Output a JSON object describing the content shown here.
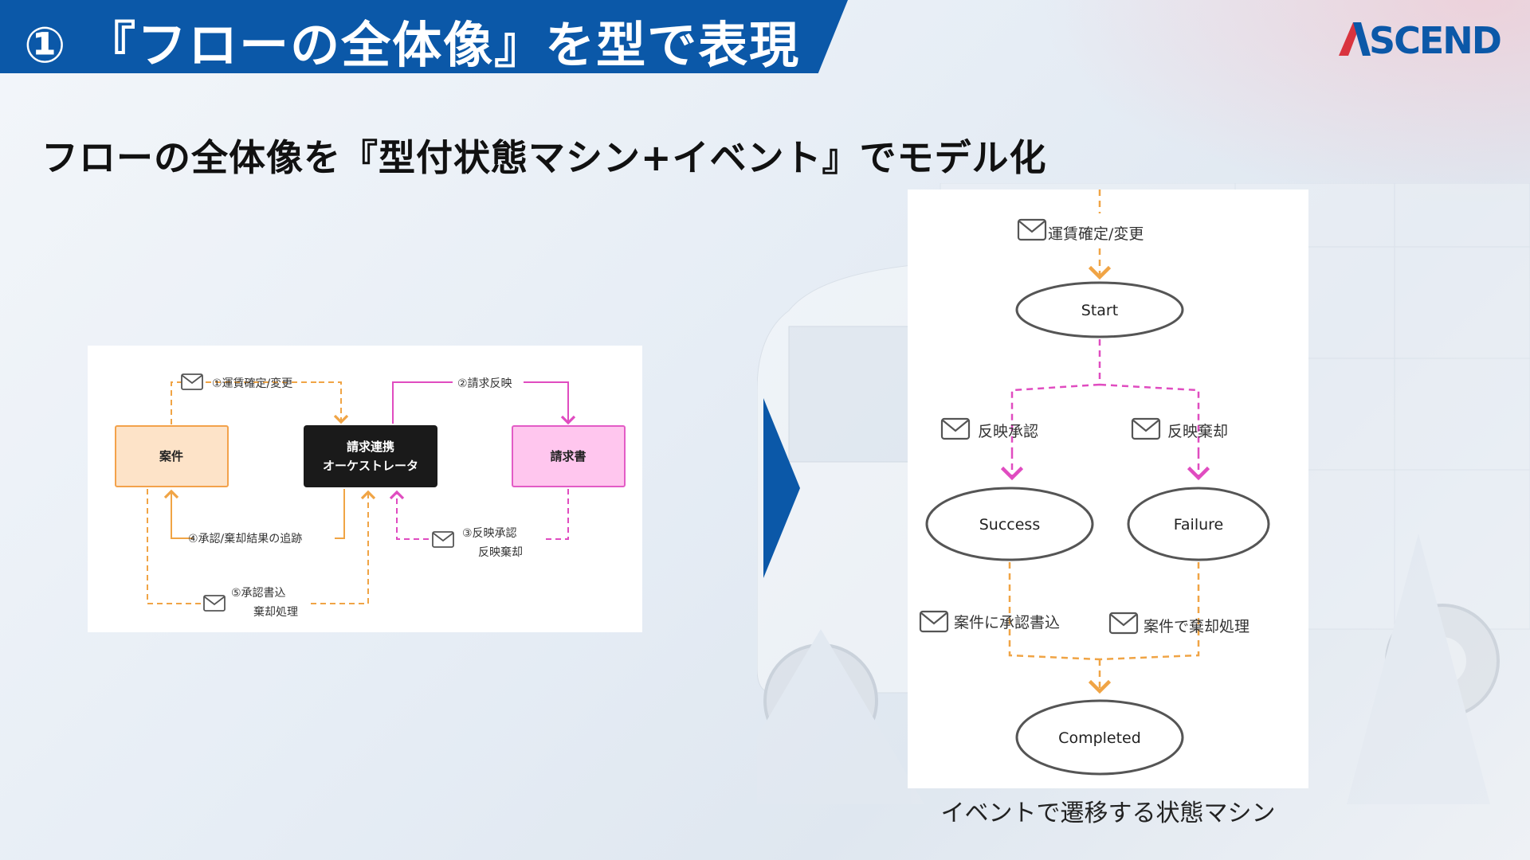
{
  "header": {
    "title": "① 『フローの全体像』を型で表現"
  },
  "logo": {
    "text": "ASCEND"
  },
  "subtitle": "フローの全体像を『型付状態マシン+イベント』でモデル化",
  "flow_diagram": {
    "nodes": {
      "anken": "案件",
      "orchestrator_line1": "請求連携",
      "orchestrator_line2": "オーケストレータ",
      "seikyusho": "請求書"
    },
    "events": {
      "e1": "①運賃確定/変更",
      "e2": "②請求反映",
      "e3_line1": "③反映承認",
      "e3_line2": "反映棄却",
      "e4": "④承認/棄却結果の追跡",
      "e5_line1": "⑤承認書込",
      "e5_line2": "棄却処理"
    },
    "colors": {
      "anken_fill": "#fde3c8",
      "anken_stroke": "#f3a24b",
      "orch_fill": "#1a1a1a",
      "seikyu_fill": "#ffc6ee",
      "seikyu_stroke": "#e35cc6",
      "orange": "#f0a445",
      "pink": "#e04cc0"
    }
  },
  "state_machine": {
    "states": {
      "start": "Start",
      "success": "Success",
      "failure": "Failure",
      "completed": "Completed"
    },
    "events": {
      "fare_change": "運賃確定/変更",
      "approve": "反映承認",
      "reject": "反映棄却",
      "write_approval": "案件に承認書込",
      "reject_processing": "案件で棄却処理"
    }
  },
  "caption": "イベントで遷移する状態マシン"
}
